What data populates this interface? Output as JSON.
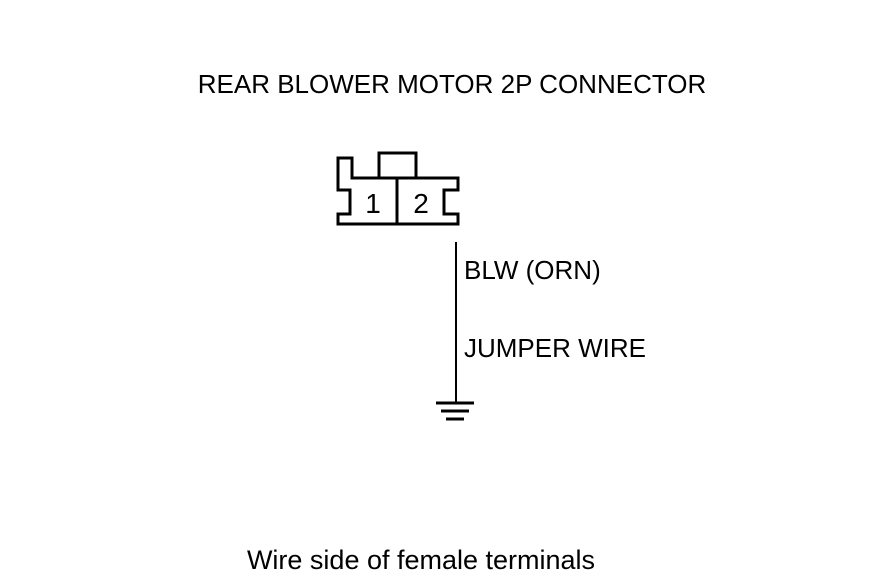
{
  "title": "REAR BLOWER MOTOR 2P CONNECTOR",
  "connector": {
    "terminal_1": "1",
    "terminal_2": "2"
  },
  "wire_label": "BLW (ORN)",
  "jumper_label": "JUMPER WIRE",
  "caption": "Wire side of female terminals",
  "ground_icon": "ground-symbol-icon",
  "line_color": "#000000"
}
